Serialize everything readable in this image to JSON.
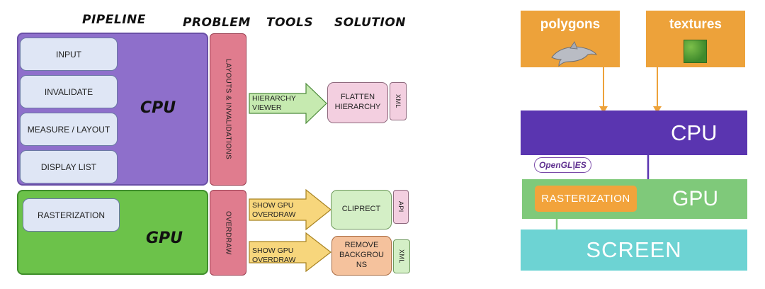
{
  "left_diagram": {
    "headers": {
      "pipeline": "PIPELINE",
      "problem": "PROBLEM",
      "tools": "TOOLS",
      "solution": "SOLUTION"
    },
    "cpu_label": "CPU",
    "gpu_label": "GPU",
    "cpu_stages": [
      "INPUT",
      "INVALIDATE",
      "MEASURE / LAYOUT",
      "DISPLAY LIST"
    ],
    "gpu_stages": [
      "RASTERIZATION"
    ],
    "rows": [
      {
        "problem": "LAYOUTS & INVALIDATIONS",
        "tool": [
          "HIERARCHY",
          "VIEWER"
        ],
        "solution": [
          "FLATTEN",
          "HIERARCHY"
        ],
        "tag": "XML"
      },
      {
        "problem": "OVERDRAW",
        "tool": [
          "SHOW GPU",
          "OVERDRAW"
        ],
        "solution": [
          "CLIPRECT"
        ],
        "tag": "API"
      },
      {
        "tool": [
          "SHOW GPU",
          "OVERDRAW"
        ],
        "solution": [
          "REMOVE",
          "BACKGROU",
          "NS"
        ],
        "tag": "XML"
      }
    ]
  },
  "right_diagram": {
    "polygons_label": "polygons",
    "textures_label": "textures",
    "cpu_label": "CPU",
    "opengl_label": "OpenGL|ES",
    "rasterization_label": "RASTERIZATION",
    "gpu_label": "GPU",
    "screen_label": "SCREEN"
  },
  "colors": {
    "cpu_panel": "#8e6fcb",
    "gpu_panel": "#6cc24a",
    "problem": "#e07c8e",
    "tool_arrow": "#c6eab0",
    "tool_arrow_2": "#f7d67c",
    "sol_pink": "#f3cfe0",
    "sol_green": "#d4efc6",
    "sol_orange": "#f5c29d",
    "input_orange": "#eda23a",
    "cpu_bar": "#5a35b0",
    "gpu_bar": "#7fc97a",
    "screen_bar": "#6dd3d3",
    "raster_box": "#f2a33b"
  }
}
